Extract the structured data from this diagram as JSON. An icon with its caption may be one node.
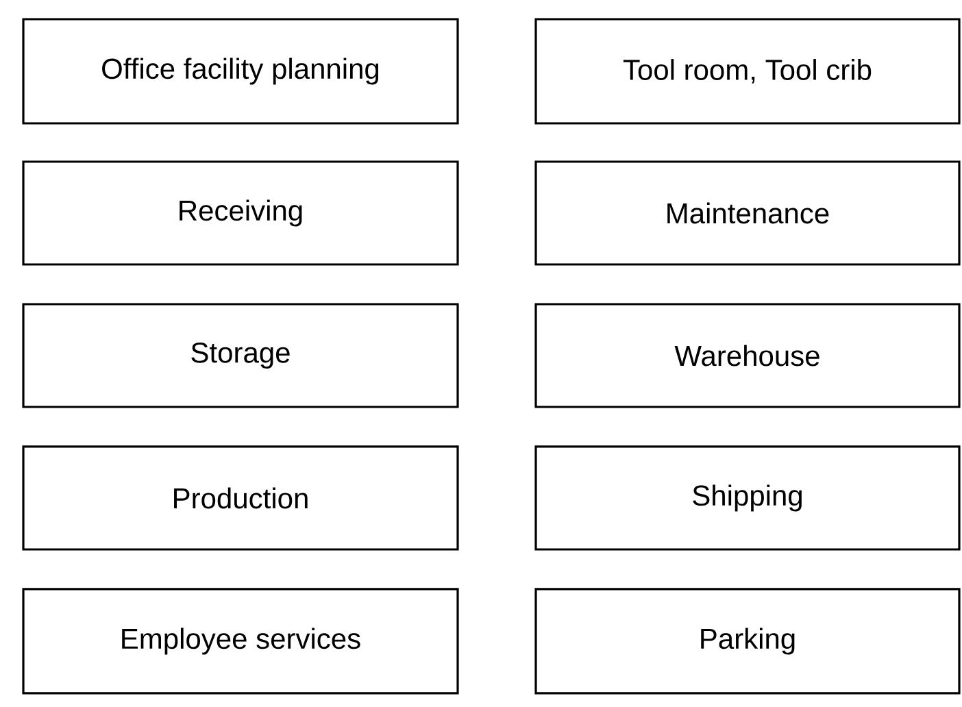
{
  "diagram": {
    "nodes": [
      {
        "text": [
          "Office facility planning"
        ]
      },
      {
        "text": [
          "Tool room, Tool crib"
        ]
      },
      {
        "text": [
          "Receiving"
        ]
      },
      {
        "text": [
          "Maintenance"
        ]
      },
      {
        "text": [
          "Storage"
        ]
      },
      {
        "text": [
          "Warehouse"
        ]
      },
      {
        "text": [
          "Production"
        ]
      },
      {
        "text": [
          "Shipping"
        ]
      },
      {
        "text": [
          "Employee services"
        ]
      },
      {
        "text": [
          "Parking"
        ]
      }
    ]
  }
}
